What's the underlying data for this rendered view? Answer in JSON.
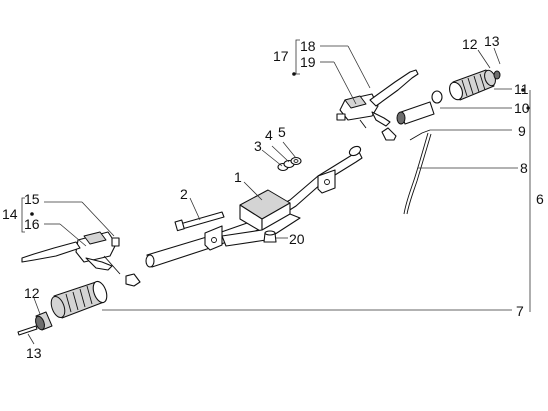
{
  "callouts": {
    "c1": "1",
    "c2": "2",
    "c3": "3",
    "c4": "4",
    "c5": "5",
    "c6": "6",
    "c7": "7",
    "c8": "8",
    "c9": "9",
    "c10": "10",
    "c11": "11",
    "c12_right": "12",
    "c13_right": "13",
    "c14": "14",
    "c15": "15",
    "c16": "16",
    "c17": "17",
    "c18": "18",
    "c19": "19",
    "c20": "20",
    "c12_left": "12",
    "c13_left": "13"
  }
}
